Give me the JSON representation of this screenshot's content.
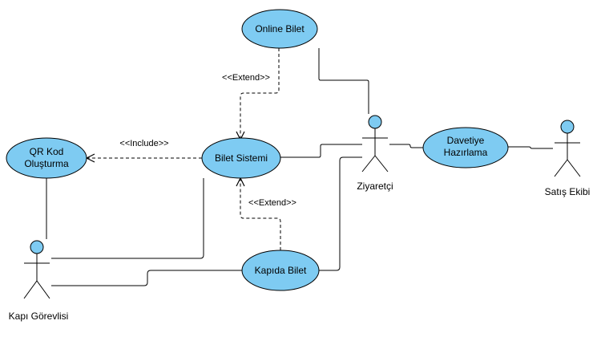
{
  "diagram": {
    "use_cases": {
      "online_bilet": "Online Bilet",
      "bilet_sistemi": "Bilet Sistemi",
      "qr_kod_line1": "QR Kod",
      "qr_kod_line2": "Oluşturma",
      "davetiye_line1": "Davetiye",
      "davetiye_line2": "Hazırlama",
      "kapida_bilet": "Kapıda Bilet"
    },
    "actors": {
      "ziyaretci": "Ziyaretçi",
      "satis_ekibi": "Satış Ekibi",
      "kapi_gorevlisi": "Kapı Görevlisi"
    },
    "relations": {
      "extend_online": "<<Extend>>",
      "include_qr": "<<Include>>",
      "extend_kapida": "<<Extend>>"
    },
    "colors": {
      "use_case_fill": "#7ecbf2",
      "actor_head_fill": "#7ecbf2",
      "stroke": "#000000"
    }
  }
}
